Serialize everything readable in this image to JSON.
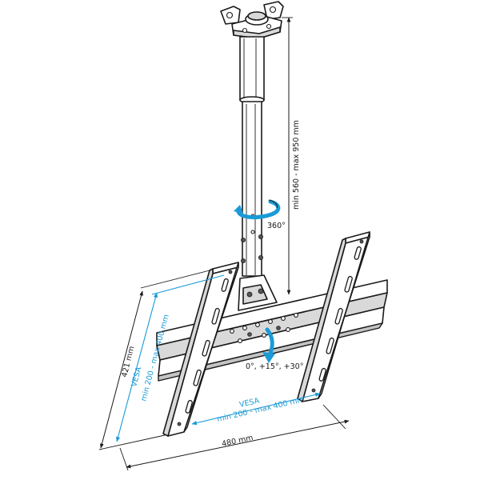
{
  "labels": {
    "pole_length": "min 560 - max 950 mm",
    "rotation": "360°",
    "tilt": "0°, +15°, +30°",
    "height": "421 mm",
    "width": "480 mm",
    "vesa_v_title": "VESA",
    "vesa_v_range": "min 200 - max 400 mm",
    "vesa_h_title": "VESA",
    "vesa_h_range": "min 200 - max 400 mm"
  },
  "colors": {
    "accent": "#1a9ad6",
    "line": "#1a1a1a"
  }
}
